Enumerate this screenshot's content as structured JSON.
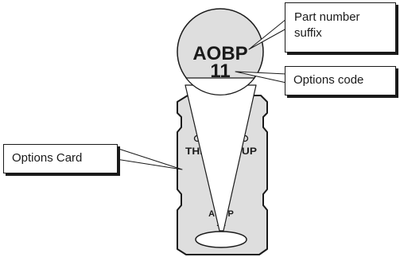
{
  "callouts": {
    "part_number_suffix": [
      "Part number",
      "suffix"
    ],
    "options_code": "Options code",
    "options_card": "Options Card"
  },
  "magnified_label": {
    "line1": "AOBP",
    "line2": "11"
  },
  "card": {
    "orientation_text": "THIS SIDE UP",
    "small_label_line1": "AOBP",
    "small_label_line2": "11"
  }
}
